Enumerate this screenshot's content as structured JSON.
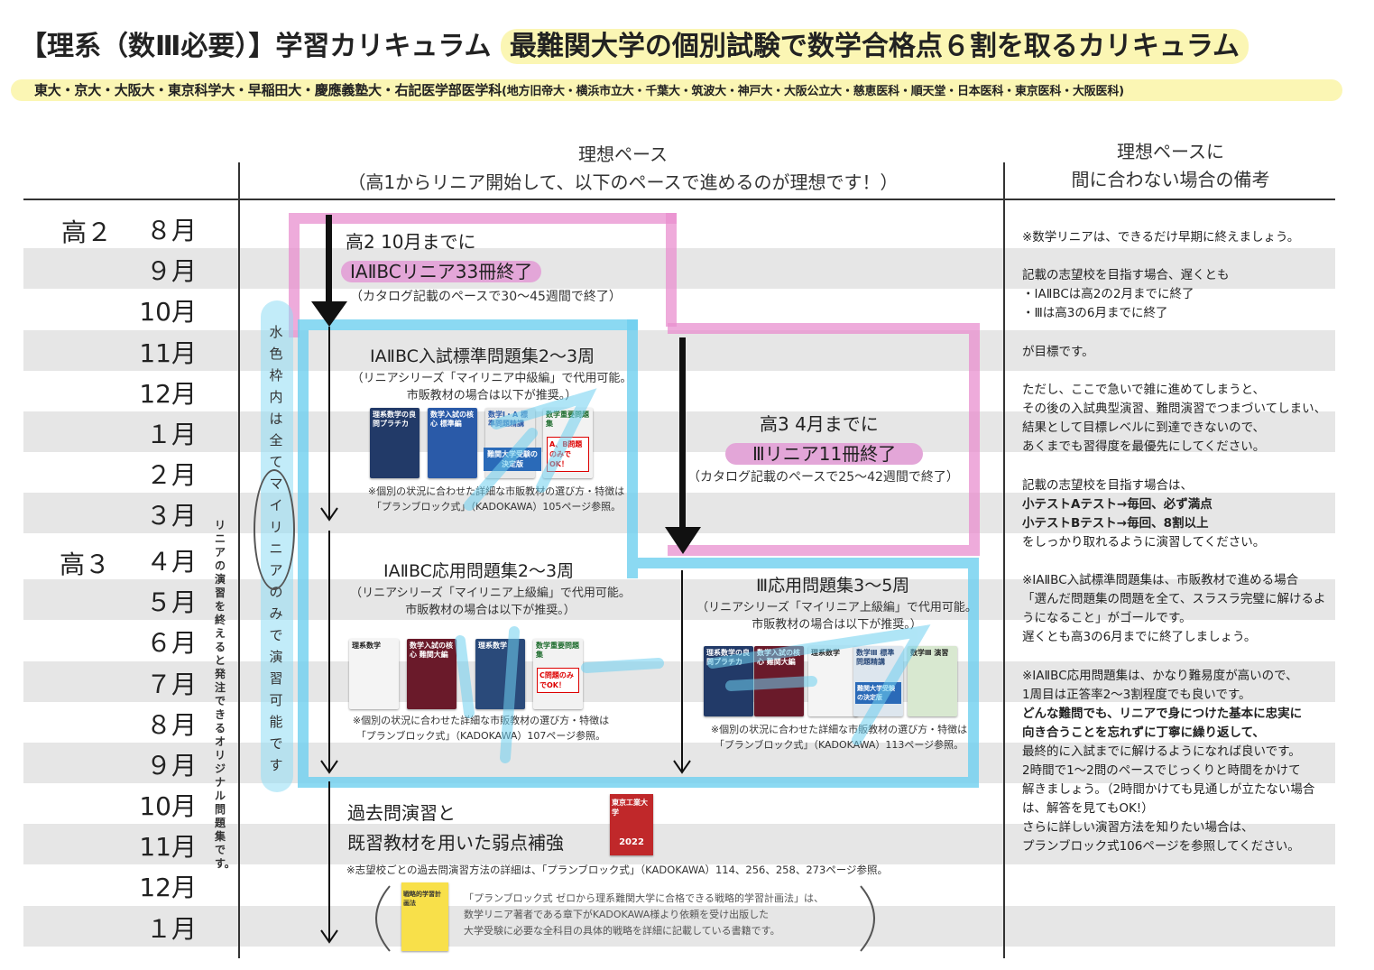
{
  "title": {
    "main": "【理系（数Ⅲ必要）】学習カリキュラム",
    "highlight": "最難関大学の個別試験で数学合格点６割を取るカリキュラム"
  },
  "schools": {
    "main": "東大・京大・大阪大・東京科学大・早稲田大・慶應義塾大・右記医学部医学科",
    "paren": "(地方旧帝大・横浜市立大・千葉大・筑波大・神戸大・大阪公立大・慈恵医科・順天堂・日本医科・東京医科・大阪医科)"
  },
  "headers": {
    "ideal_line1": "理想ペース",
    "ideal_line2": "（高1からリニア開始して、以下のペースで進めるのが理想です！）",
    "notes_line1": "理想ペースに",
    "notes_line2": "間に合わない場合の備考"
  },
  "grades": {
    "g2": "高２",
    "g3": "高３"
  },
  "months": [
    "８月",
    "９月",
    "10月",
    "11月",
    "12月",
    "１月",
    "２月",
    "３月",
    "４月",
    "５月",
    "６月",
    "７月",
    "８月",
    "９月",
    "10月",
    "11月",
    "12月",
    "１月"
  ],
  "pink_top": {
    "title": "高2 10月までに",
    "pill": "ⅠAⅡBCリニア33冊終了",
    "sub": "（カタログ記載のペースで30〜45週間で終了）"
  },
  "pink_right": {
    "title": "高3 4月までに",
    "pill": "Ⅲリニア11冊終了",
    "sub": "（カタログ記載のペースで25〜42週間で終了）"
  },
  "vertical_note": [
    "水",
    "色",
    "枠",
    "内",
    "は",
    "全",
    "て",
    "マ",
    "イ",
    "リ",
    "ニ",
    "ア",
    "の",
    "み",
    "で",
    "演",
    "習",
    "可",
    "能",
    "で",
    "す"
  ],
  "side_note": "リニアの演習を終えると発注できるオリジナル問題集です。",
  "std": {
    "title": "ⅠAⅡBC入試標準問題集2〜3周",
    "sub1": "（リニアシリーズ「マイリニア中級編」で代用可能。",
    "sub2": "市販教材の場合は以下が推奨。）",
    "foot1": "※個別の状況に合わせた詳細な市販教材の選び方・特徴は",
    "foot2": "「プランブロック式」（KADOKAWA）105ページ参照。"
  },
  "app": {
    "title": "ⅠAⅡBC応用問題集2〜3周",
    "sub1": "（リニアシリーズ「マイリニア上級編」で代用可能。",
    "sub2": "市販教材の場合は以下が推奨。）",
    "foot1": "※個別の状況に合わせた詳細な市販教材の選び方・特徴は",
    "foot2": "「プランブロック式」（KADOKAWA）107ページ参照。"
  },
  "app3": {
    "title": "Ⅲ応用問題集3〜5周",
    "sub1": "（リニアシリーズ「マイリニア上級編」で代用可能。",
    "sub2": "市販教材の場合は以下が推奨。）",
    "foot1": "※個別の状況に合わせた詳細な市販教材の選び方・特徴は",
    "foot2": "「プランブロック式」（KADOKAWA）113ページ参照。"
  },
  "past": {
    "line1": "過去問演習と",
    "line2": "既習教材を用いた弱点補強",
    "foot": "※志望校ごとの過去問演習方法の詳細は、「プランブロック式」（KADOKAWA）114、256、258、273ページ参照。"
  },
  "book_info": {
    "line1": "「プランブロック式 ゼロから理系難関大学に合格できる戦略的学習計画法」は、",
    "line2": "数学リニア著者である章下がKADOKAWA様より依頼を受け出版した",
    "line3": "大学受験に必要な全科目の具体的戦略を詳細に記載している書籍です。"
  },
  "books": {
    "std": [
      "理系数学の良問プラチカ",
      "数学入試の核心 標準編",
      "数学Ⅰ・A 標準問題精講",
      "数学重要問題集"
    ],
    "std_badge": "A、B問題のみでOK！",
    "std_badge2": "難関大学受験の決定版",
    "app": [
      "理系数学",
      "数学入試の核心 難関大編",
      "理系数学",
      "数学重要問題集"
    ],
    "app_badge": "C問題のみでOK！",
    "app3": [
      "理系数学の良問プラチカ",
      "数学入試の核心 難関大編",
      "理系数学",
      "数学Ⅲ 標準問題精講",
      "数学Ⅲ 演習"
    ],
    "app3_badge": "難関大学受験の決定版",
    "past": "東京工業大学",
    "past_year": "2022",
    "planblock": "戦略的学習計画法"
  },
  "notes": [
    {
      "text": "※数学リニアは、できるだけ早期に終えましょう。",
      "bold": false
    },
    {
      "text": "記載の志望校を目指す場合、遅くとも",
      "bold": false
    },
    {
      "text": "・ⅠAⅡBCは高2の2月までに終了",
      "bold": false
    },
    {
      "text": "・Ⅲは高3の6月までに終了",
      "bold": false
    },
    {
      "text": "が目標です。",
      "bold": false
    },
    {
      "text": "ただし、ここで急いで雑に進めてしまうと、",
      "bold": false
    },
    {
      "text": "その後の入試典型演習、難問演習でつまづいてしまい、",
      "bold": false
    },
    {
      "text": "結果として目標レベルに到達できないので、",
      "bold": false
    },
    {
      "text": "あくまでも習得度を最優先にしてください。",
      "bold": false
    },
    {
      "text": "記載の志望校を目指す場合は、",
      "bold": false
    },
    {
      "text": "小テストAテスト→毎回、必ず満点",
      "bold": true
    },
    {
      "text": "小テストBテスト→毎回、8割以上",
      "bold": true
    },
    {
      "text": "をしっかり取れるように演習してください。",
      "bold": false
    },
    {
      "text": "※ⅠAⅡBC入試標準問題集は、市販教材で進める場合",
      "bold": false
    },
    {
      "text": "「選んだ問題集の問題を全て、スラスラ完璧に解けるよ",
      "bold": false
    },
    {
      "text": "うになること」がゴールです。",
      "bold": false
    },
    {
      "text": "遅くとも高3の6月までに終了しましょう。",
      "bold": false
    },
    {
      "text": "※ⅠAⅡBC応用問題集は、かなり難易度が高いので、",
      "bold": false
    },
    {
      "text": "1周目は正答率2〜3割程度でも良いです。",
      "bold": false
    },
    {
      "text": "どんな難問でも、リニアで身につけた基本に忠実に",
      "bold": true
    },
    {
      "text": "向き合うことを忘れずに丁寧に繰り返して、",
      "bold": true
    },
    {
      "text": "最終的に入試までに解けるようになれば良いです。",
      "bold": false
    },
    {
      "text": "2時間で1〜2問のペースでじっくりと時間をかけて",
      "bold": false
    },
    {
      "text": "解きましょう。（2時間かけても見通しが立たない場合",
      "bold": false
    },
    {
      "text": "は、解答を見てもOK!）",
      "bold": false
    },
    {
      "text": "さらに詳しい演習方法を知りたい場合は、",
      "bold": false
    },
    {
      "text": "プランブロック式106ページを参照してください。",
      "bold": false
    }
  ],
  "colors": {
    "pink": "#e98fcf",
    "blue": "#6fd0f0",
    "highlight": "#fbf6b4",
    "stripe": "#e6e6e6"
  }
}
